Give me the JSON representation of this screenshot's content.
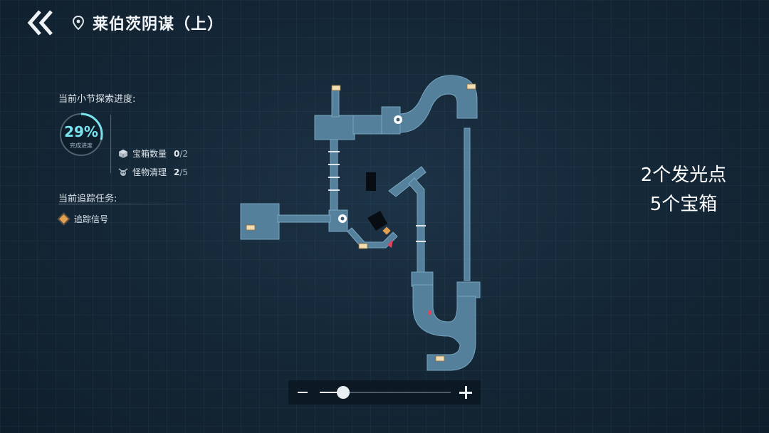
{
  "header": {
    "title": "莱伯茨阴谋（上）",
    "back_icon": "double-chevron-left-icon",
    "location_icon": "map-pin-icon"
  },
  "exploration": {
    "section_label": "当前小节探索进度:",
    "progress_percent_text": "29%",
    "progress_value": 0.29,
    "progress_sub_label": "完成进度",
    "stats": [
      {
        "icon": "treasure-box-icon",
        "label": "宝箱数量",
        "current": "0",
        "total": "/2"
      },
      {
        "icon": "monster-skull-icon",
        "label": "怪物清理",
        "current": "2",
        "total": "/5"
      }
    ]
  },
  "tracking": {
    "section_label": "当前追踪任务:",
    "task_label": "追踪信号",
    "task_icon": "orange-diamond-icon"
  },
  "annotation": {
    "line1": "2个发光点",
    "line2": "5个宝箱"
  },
  "zoom": {
    "level": 0.18
  },
  "colors": {
    "accent": "#79e3ee",
    "map_fill": "#5c8aa6",
    "task_marker": "#e4a050",
    "enemy_marker": "#e0455f"
  }
}
